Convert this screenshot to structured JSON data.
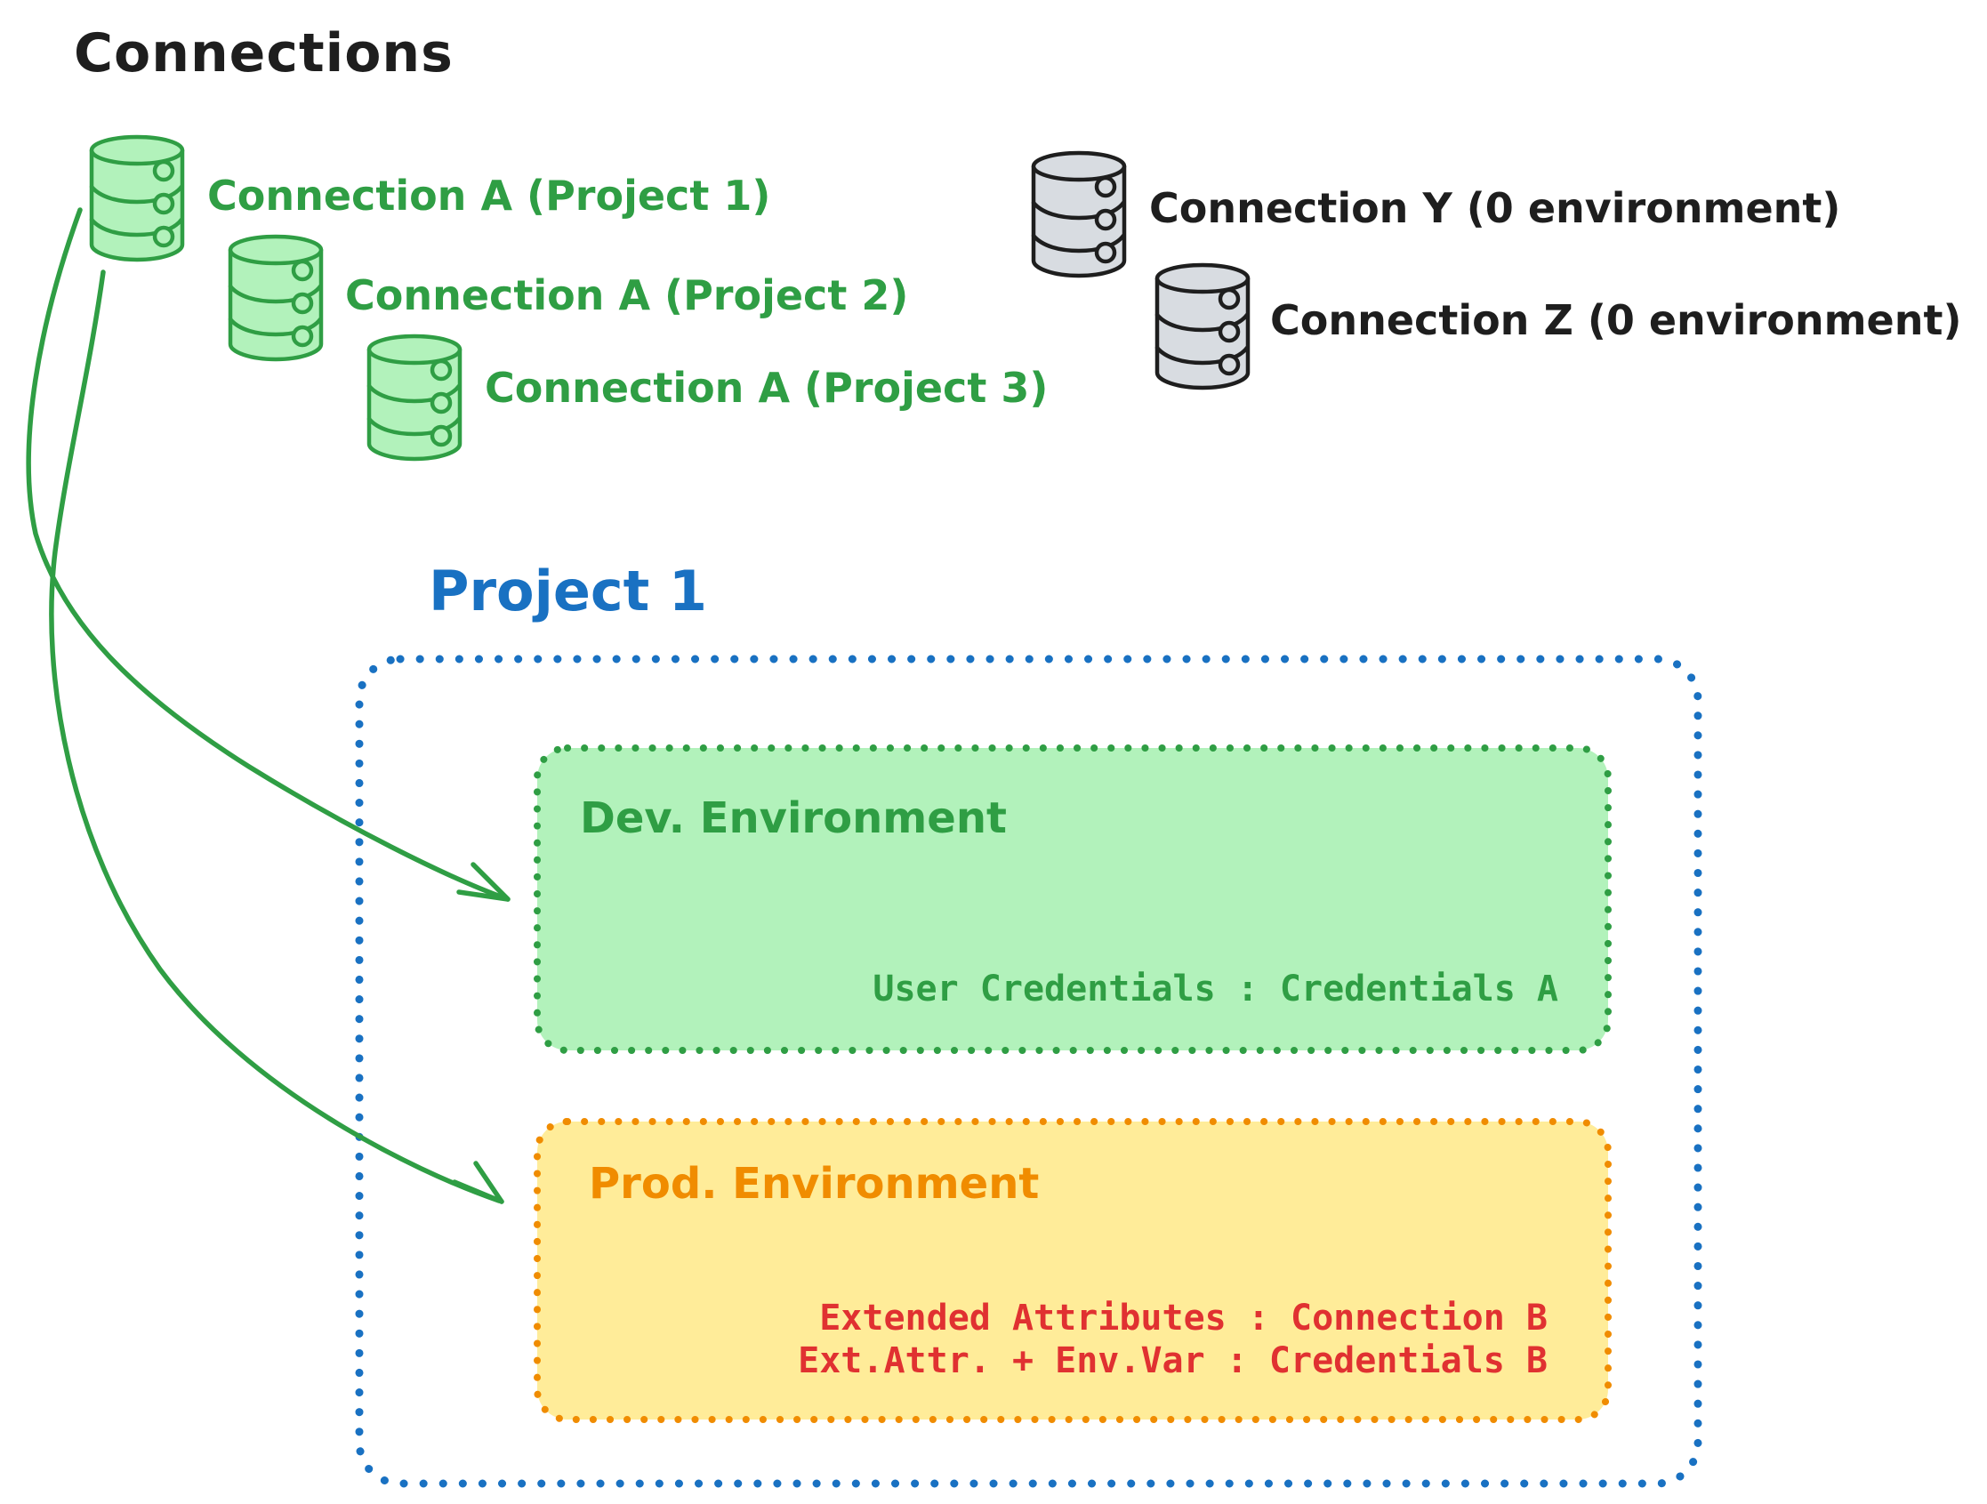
{
  "title": "Connections",
  "colors": {
    "ink": "#1e1e1e",
    "green": "#2f9e44",
    "green_fill": "#b2f2bb",
    "gray": "#1e1e1e",
    "gray_fill": "#d8dce1",
    "blue": "#1971c2",
    "orange": "#f08c00",
    "yellow_fill": "#ffec99",
    "red": "#e03131"
  },
  "green_connections": [
    {
      "label": "Connection A (Project 1)"
    },
    {
      "label": "Connection A (Project 2)"
    },
    {
      "label": "Connection A (Project 3)"
    }
  ],
  "gray_connections": [
    {
      "label": "Connection Y (0 environment)"
    },
    {
      "label": "Connection Z (0 environment)"
    }
  ],
  "project": {
    "title": "Project 1",
    "dev": {
      "title": "Dev. Environment",
      "credentials": "User Credentials : Credentials A"
    },
    "prod": {
      "title": "Prod. Environment",
      "lines": [
        "Extended Attributes : Connection B",
        "Ext.Attr. + Env.Var : Credentials B"
      ]
    }
  }
}
